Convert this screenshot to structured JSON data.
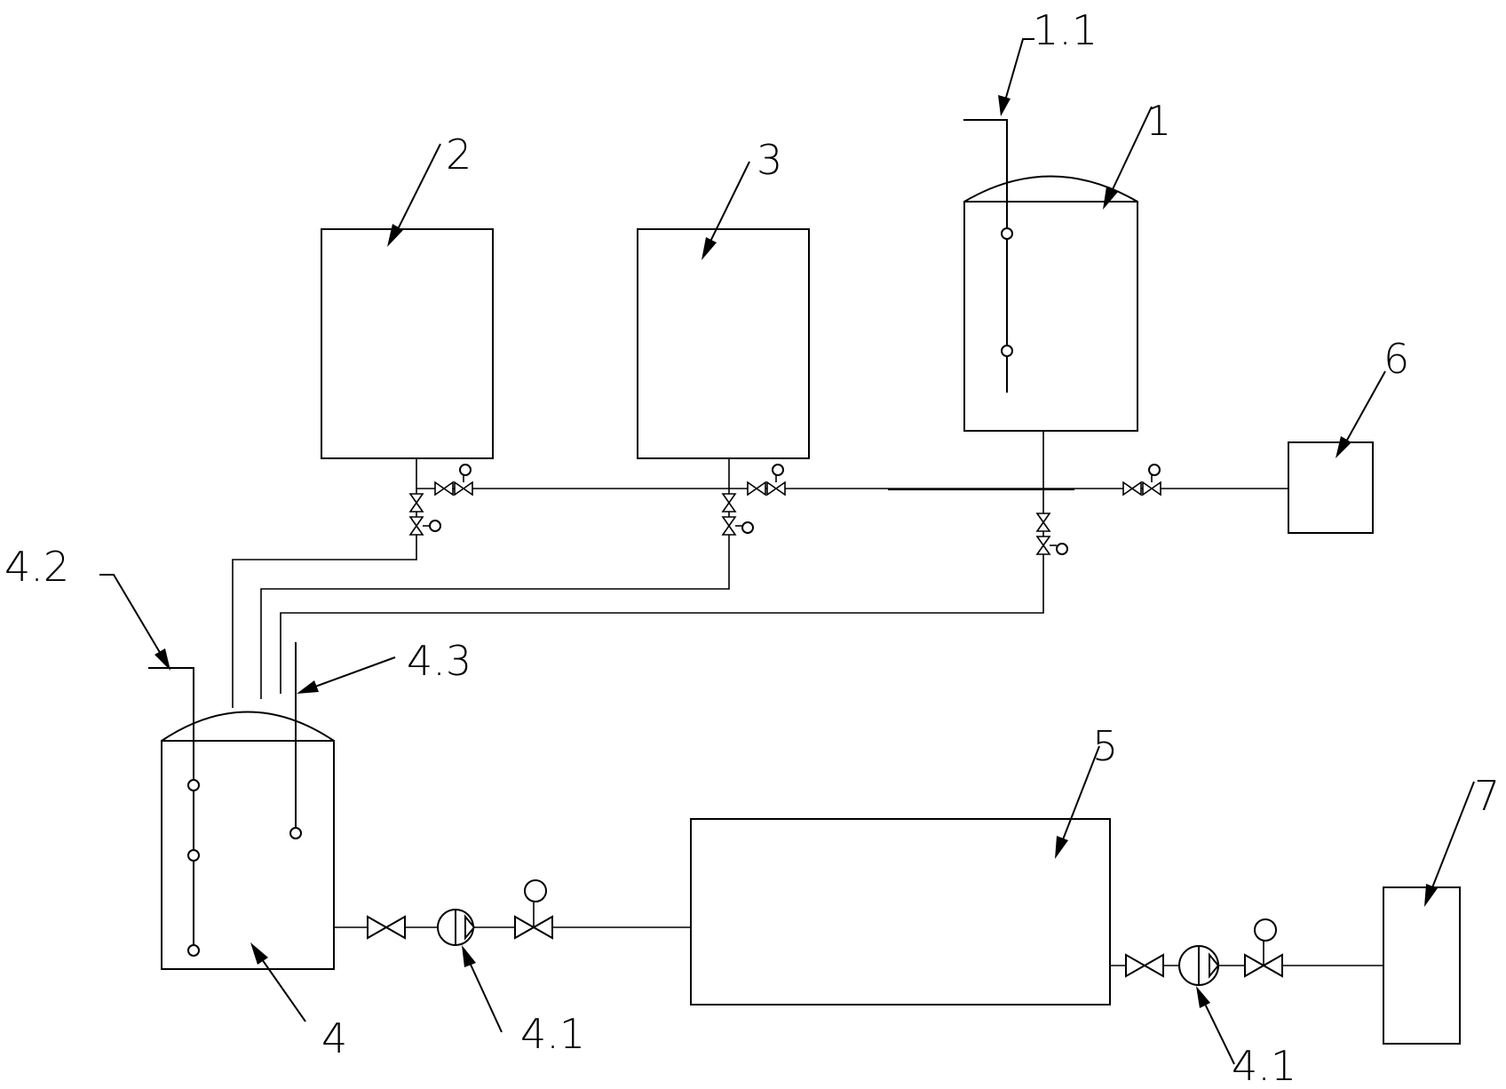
{
  "labels": {
    "tank_1": "1",
    "tank_1_inlet": "1.1",
    "tank_2": "2",
    "tank_3": "3",
    "tank_4": "4",
    "pump_4_1_a": "4.1",
    "pump_4_1_b": "4.1",
    "tank_4_inlet": "4.2",
    "tank_4_probe": "4.3",
    "unit_5": "5",
    "unit_6": "6",
    "unit_7": "7"
  },
  "colors": {
    "line": "#000000",
    "background": "#ffffff"
  }
}
